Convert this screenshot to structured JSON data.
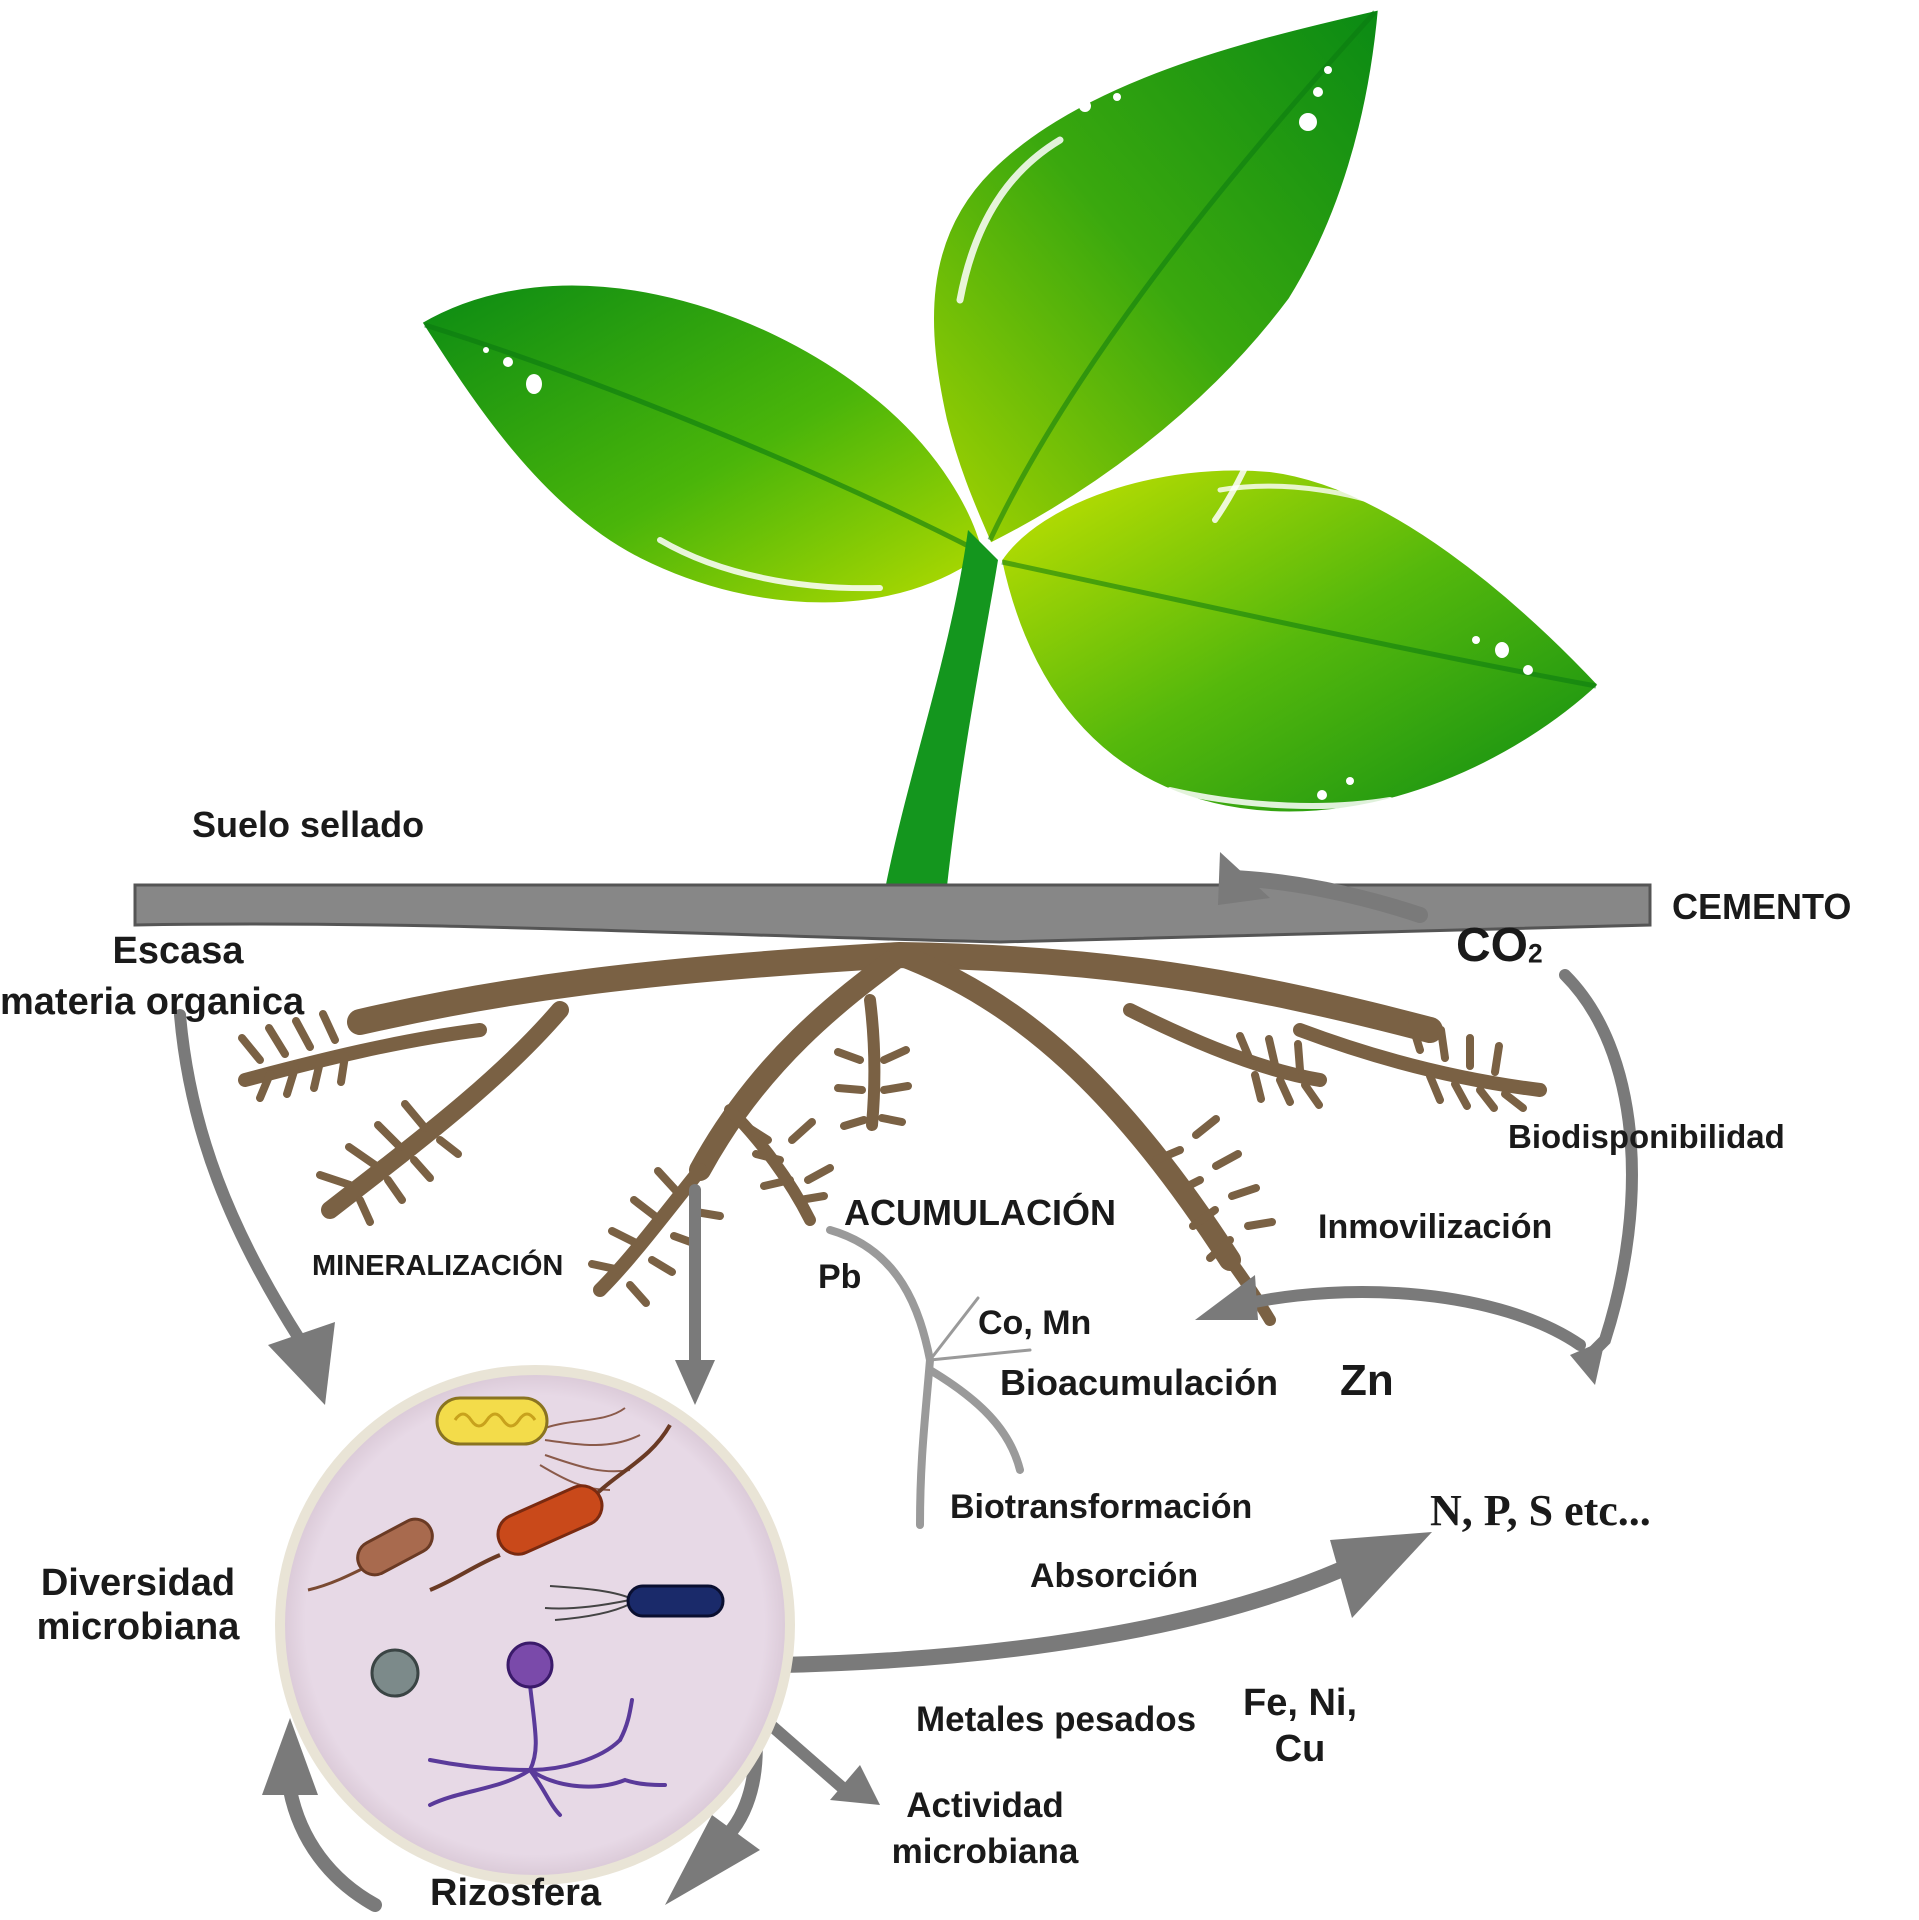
{
  "labels": {
    "suelo_sellado": "Suelo sellado",
    "cemento": "CEMENTO",
    "co2_main": "CO",
    "co2_sub": "2",
    "escasa_line1": "Escasa",
    "escasa_line2": "materia organica",
    "biodisponibilidad": "Biodisponibilidad",
    "acumulacion": "ACUMULACIÓN",
    "inmovilizacion": "Inmovilización",
    "mineralizacion": "MINERALIZACIÓN",
    "pb": "Pb",
    "co_mn": "Co, Mn",
    "bioacumulacion": "Bioacumulación",
    "zn": "Zn",
    "biotransformacion": "Biotransformación",
    "nps": "N, P, S etc...",
    "absorcion": "Absorción",
    "diversidad_line1": "Diversidad",
    "diversidad_line2": "microbiana",
    "metales_pesados": "Metales pesados",
    "fe_ni": "Fe, Ni,",
    "cu": "Cu",
    "actividad_line1": "Actividad",
    "actividad_line2": "microbiana",
    "rizosfera": "Rizosfera"
  },
  "colors": {
    "leaf_dark": "#0a8a14",
    "leaf_light": "#a6d400",
    "stem": "#14961e",
    "slab": "#878787",
    "root": "#7a6144",
    "arrow": "#7a7a7a",
    "circle_fill": "#e7d9e6"
  }
}
